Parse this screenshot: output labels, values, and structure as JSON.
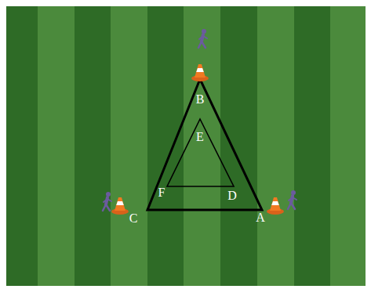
{
  "diagram": {
    "labels": [
      "B",
      "E",
      "F",
      "D",
      "C",
      "A"
    ]
  }
}
